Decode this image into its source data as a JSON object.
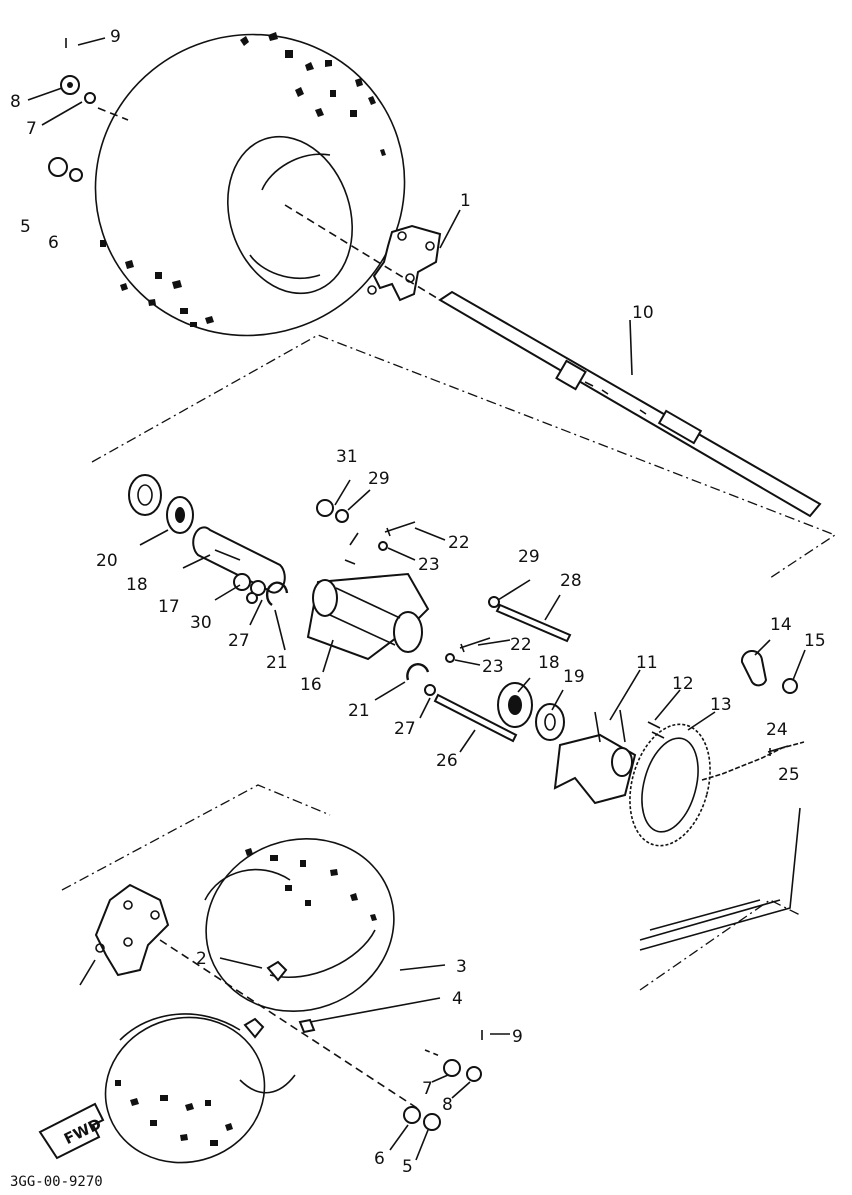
{
  "diagram": {
    "callouts": [
      "1",
      "2",
      "3",
      "4",
      "5",
      "6",
      "7",
      "8",
      "9",
      "10",
      "11",
      "12",
      "13",
      "14",
      "15",
      "16",
      "17",
      "18",
      "19",
      "20",
      "21",
      "22",
      "23",
      "24",
      "25",
      "26",
      "27",
      "28",
      "29",
      "30",
      "31"
    ],
    "fwd_label": "FWD",
    "drawing_number": "3GG-00-9270"
  }
}
